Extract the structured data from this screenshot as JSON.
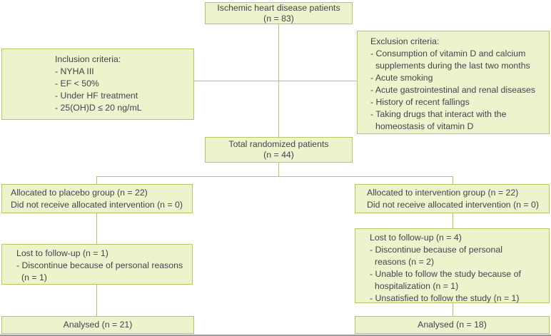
{
  "colors": {
    "box_fill": "#eef2cd",
    "box_border": "#b7c75f",
    "connector": "#b7c75f",
    "text": "#40464c",
    "bottom_rule": "#9a9a9a"
  },
  "flow": {
    "enrolled": {
      "line1": "Ischemic heart disease patients",
      "line2": "(n = 83)"
    },
    "inclusion": {
      "title": "Inclusion criteria:",
      "items": [
        "- NYHA III",
        "- EF < 50%",
        "- Under HF treatment",
        "- 25(OH)D ≤ 20 ng/mL"
      ]
    },
    "exclusion": {
      "title": "Exclusion criteria:",
      "items": [
        "- Consumption of vitamin D and calcium\nsupplements during the last two months",
        "- Acute smoking",
        "- Acute gastrointestinal and renal diseases",
        "- History of recent fallings",
        "- Taking drugs that interact with the\nhomeostasis of vitamin D"
      ]
    },
    "randomized": {
      "line1": "Total randomized patients",
      "line2": "(n = 44)"
    },
    "placebo": {
      "allocation": {
        "line1": "Allocated to placebo group (n = 22)",
        "line2": "Did not receive allocated intervention (n = 0)"
      },
      "lost": {
        "title": "Lost to follow-up (n = 1)",
        "items": [
          "- Discontinue because of personal reasons\n(n = 1)"
        ]
      },
      "analysed": "Analysed (n = 21)"
    },
    "intervention": {
      "allocation": {
        "line1": "Allocated to intervention group (n = 22)",
        "line2": "Did not receive allocated intervention (n = 0)"
      },
      "lost": {
        "title": "Lost to follow-up (n = 4)",
        "items": [
          "- Discontinue because of personal\nreasons (n = 2)",
          "- Unable to follow the study because of\nhospitalization (n = 1)",
          "- Unsatisfied to follow the study (n = 1)"
        ]
      },
      "analysed": "Analysed (n = 18)"
    }
  }
}
